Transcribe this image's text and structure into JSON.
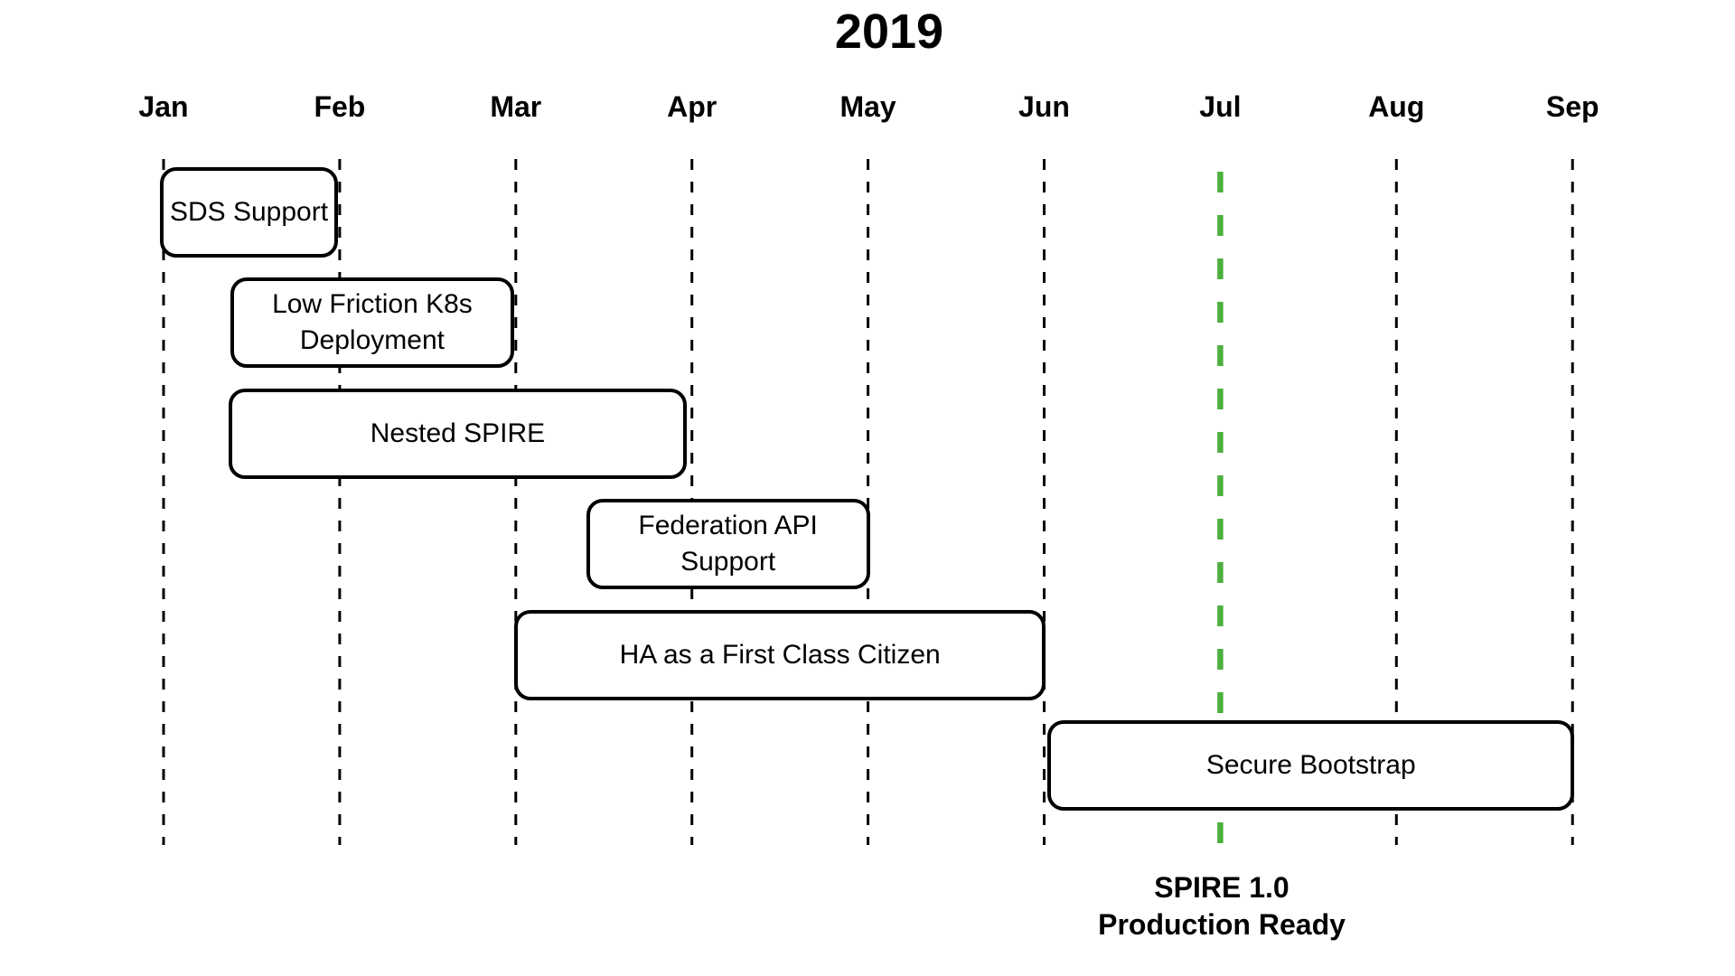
{
  "colors": {
    "background": "#ffffff",
    "text": "#000000",
    "gridline": "#000000",
    "task_border": "#000000",
    "task_fill": "#ffffff",
    "milestone_line": "#4caf3e"
  },
  "chart_data": {
    "type": "gantt",
    "title": "2019",
    "x_axis": {
      "unit": "month",
      "labels": [
        "Jan",
        "Feb",
        "Mar",
        "Apr",
        "May",
        "Jun",
        "Jul",
        "Aug",
        "Sep"
      ],
      "gridlines": "vertical-dashed"
    },
    "tasks": [
      {
        "label": "SDS Support",
        "start": -0.02,
        "end": 0.99,
        "row": 0
      },
      {
        "label": "Low Friction K8s Deployment",
        "start": 0.38,
        "end": 1.99,
        "row": 1
      },
      {
        "label": "Nested SPIRE",
        "start": 0.37,
        "end": 2.97,
        "row": 2
      },
      {
        "label": "Federation API Support",
        "start": 2.4,
        "end": 4.01,
        "row": 3
      },
      {
        "label": "HA as a First Class Citizen",
        "start": 1.99,
        "end": 5.01,
        "row": 4
      },
      {
        "label": "Secure Bootstrap",
        "start": 5.02,
        "end": 8.01,
        "row": 5
      }
    ],
    "milestone": {
      "month": "Jul",
      "x": 6,
      "line1": "SPIRE 1.0",
      "line2": "Production Ready"
    }
  }
}
